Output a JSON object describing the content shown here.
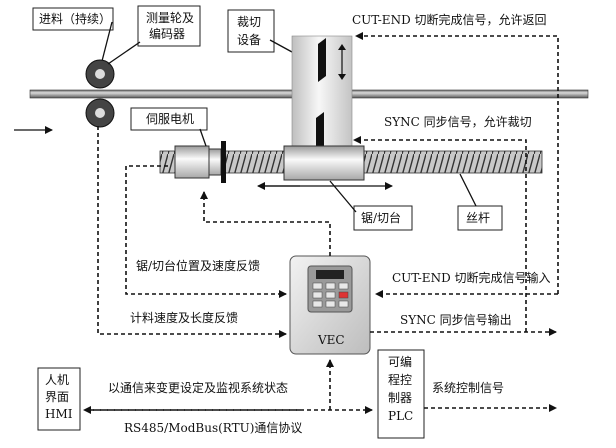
{
  "labels": {
    "feed": "进料（持续）",
    "wheel_encoder_l1": "测量轮及",
    "wheel_encoder_l2": "编码器",
    "cut_device_l1": "裁切",
    "cut_device_l2": "设备",
    "cut_end_top": "CUT-END 切断完成信号，允许返回",
    "servo_motor": "伺服电机",
    "sync_top": "SYNC 同步信号，允许裁切",
    "saw_table": "锯/切台",
    "lead_screw": "丝杆",
    "feedback_pos": "锯/切台位置及速度反馈",
    "cut_end_input": "CUT-END 切断完成信号输入",
    "feedback_len": "计料速度及长度反馈",
    "sync_output": "SYNC  同步信号输出",
    "vec": "VEC",
    "hmi_l1": "人机",
    "hmi_l2": "界面",
    "hmi_l3": "HMI",
    "plc_l1": "可编",
    "plc_l2": "程控",
    "plc_l3": "制器",
    "plc_l4": "PLC",
    "comm_desc": "以通信来变更设定及监视系统状态",
    "protocol": "RS485/ModBus(RTU)通信协议",
    "sys_ctrl": "系统控制信号"
  }
}
